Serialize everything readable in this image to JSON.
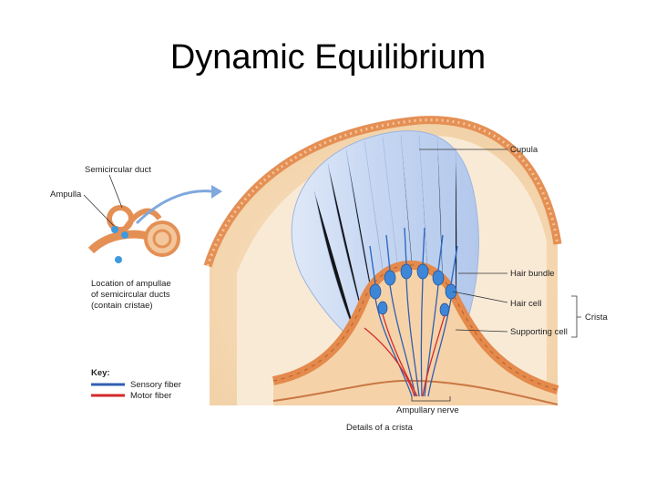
{
  "slide": {
    "title": "Dynamic Equilibrium"
  },
  "inset": {
    "semicircular_duct": "Semicircular duct",
    "ampulla": "Ampulla",
    "caption_line1": "Location of ampullae",
    "caption_line2": "of semicircular ducts",
    "caption_line3": "(contain cristae)"
  },
  "key": {
    "title": "Key:",
    "sensory_fiber": "Sensory fiber",
    "motor_fiber": "Motor fiber",
    "sensory_color": "#2f5fb0",
    "motor_color": "#d42a2a"
  },
  "crista": {
    "cupula": "Cupula",
    "hair_bundle": "Hair bundle",
    "hair_cell": "Hair cell",
    "supporting_cell": "Supporting cell",
    "crista_bracket": "Crista",
    "ampullary_nerve": "Ampullary nerve",
    "caption": "Details of a crista"
  },
  "colors": {
    "tissue_tan": "#f3d7b4",
    "epithelium_orange": "#e9975a",
    "cupula_blue": "#c9d8f2",
    "cell_blue": "#3e86d8"
  }
}
